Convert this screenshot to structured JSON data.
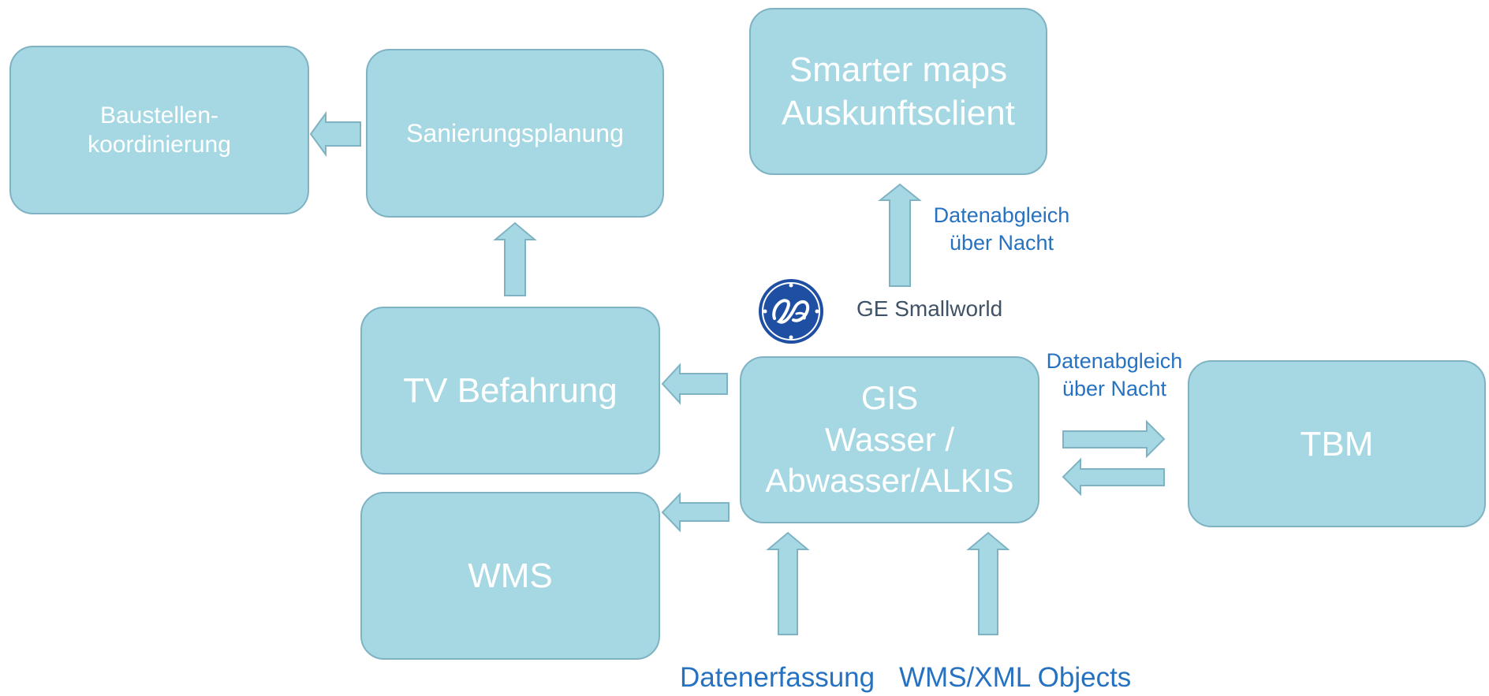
{
  "boxes": {
    "baustellen": {
      "line1": "Baustellen-",
      "line2": "koordinierung"
    },
    "sanierung": {
      "label": "Sanierungsplanung"
    },
    "smarter": {
      "line1": "Smarter maps",
      "line2": "Auskunftsclient"
    },
    "tv": {
      "label": "TV Befahrung"
    },
    "gis": {
      "line1": "GIS",
      "line2": "Wasser /",
      "line3": "Abwasser/ALKIS"
    },
    "tbm": {
      "label": "TBM"
    },
    "wms": {
      "label": "WMS"
    }
  },
  "notes": {
    "sync_top": {
      "line1": "Datenabgleich",
      "line2": "über Nacht"
    },
    "sync_right": {
      "line1": "Datenabgleich",
      "line2": "über Nacht"
    },
    "datenerfassung": "Datenerfassung",
    "wms_xml": "WMS/XML Objects"
  },
  "logo": {
    "brand": "GE Smallworld",
    "icon": "ge-logo-icon"
  },
  "colors": {
    "box_fill": "#a6d8e3",
    "box_border": "#7fb3c4",
    "note_text": "#2672c0"
  }
}
